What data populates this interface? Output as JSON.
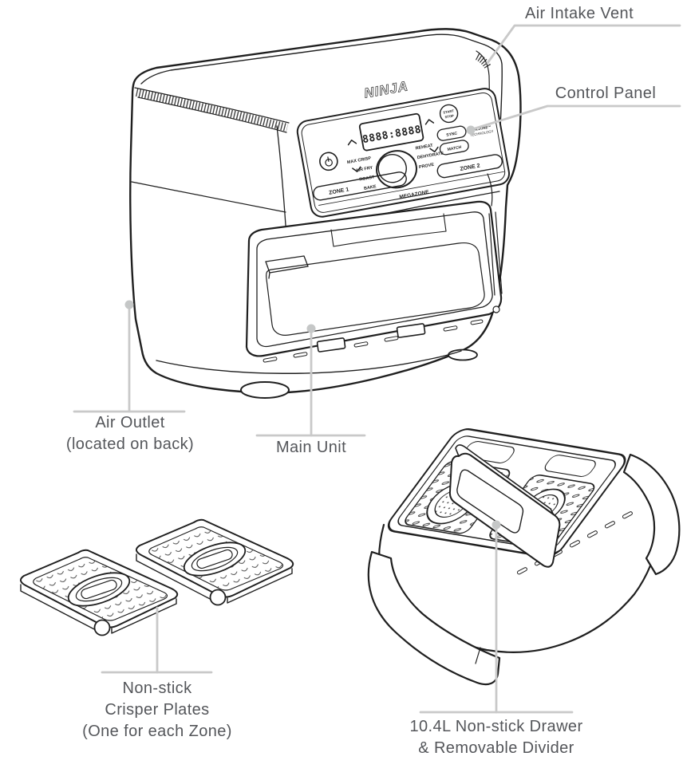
{
  "diagram_title": "Air fryer parts diagram",
  "colors": {
    "line": "#1f1f1f",
    "leader": "#c9c9c9",
    "label_text": "#54565a",
    "background": "#ffffff"
  },
  "callouts": {
    "air_intake_vent": {
      "label": "Air Intake Vent"
    },
    "control_panel": {
      "label": "Control Panel"
    },
    "air_outlet": {
      "line1": "Air Outlet",
      "line2": "(located on back)"
    },
    "main_unit": {
      "label": "Main Unit"
    },
    "crisper_plates": {
      "line1": "Non-stick",
      "line2": "Crisper Plates",
      "line3": "(One for each Zone)"
    },
    "drawer": {
      "line1": "10.4L Non-stick Drawer",
      "line2": "& Removable Divider"
    }
  },
  "device": {
    "brand_logo": "NINJA",
    "control_panel": {
      "display_value": "8888:8888",
      "dial_modes_left": [
        "MAX CRISP",
        "AIR FRY",
        "ROAST",
        "BAKE"
      ],
      "dial_modes_right": [
        "REHEAT",
        "DEHYDRATE",
        "PROVE"
      ],
      "start_label": "START",
      "stop_label": "STOP",
      "sync_label": "SYNC",
      "match_label": "MATCH",
      "dualzone_line1": "DUALZONE™",
      "dualzone_line2": "TECHNOLOGY",
      "zone1_label": "ZONE 1",
      "zone2_label": "ZONE 2",
      "megazone_label": "MEGAZONE"
    }
  }
}
